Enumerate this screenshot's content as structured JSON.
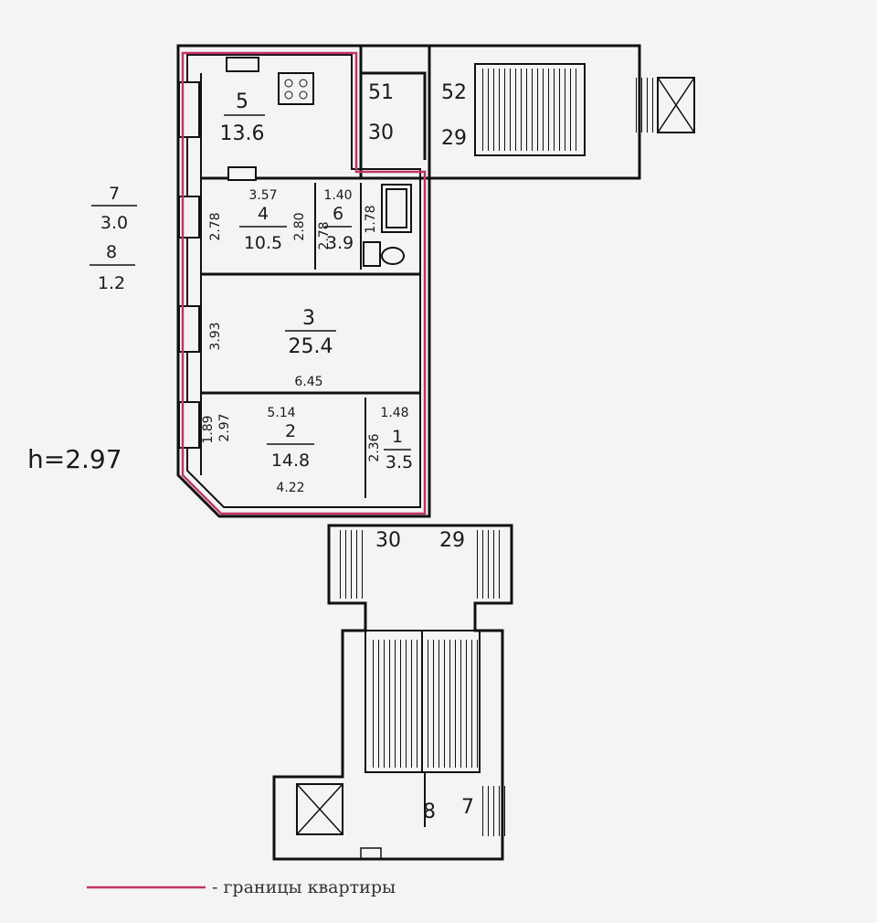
{
  "rooms": [
    {
      "num": "5",
      "area": "13.6"
    },
    {
      "num": "4",
      "area": "10.5"
    },
    {
      "num": "6",
      "area": "3.9"
    },
    {
      "num": "3",
      "area": "25.4"
    },
    {
      "num": "2",
      "area": "14.8"
    },
    {
      "num": "1",
      "area": "3.5"
    }
  ],
  "dims": {
    "r4_width": "3.57",
    "r4_left": "2.78",
    "r4_right": "2.80",
    "r6_width": "1.40",
    "r6_side": "2.78",
    "r6_corr": "1.78",
    "r3_side": "3.93",
    "r3_bottom": "6.45",
    "r2_top": "5.14",
    "r2_side_a": "1.89",
    "r2_side_b": "2.97",
    "r2_bottom": "4.22",
    "r1_top": "1.48",
    "r1_side": "2.36"
  },
  "side_notes": [
    {
      "num": "7",
      "val": "3.0"
    },
    {
      "num": "8",
      "val": "1.2"
    }
  ],
  "height_note": "h=2.97",
  "wall_marks": {
    "top_a": "51",
    "top_b": "52",
    "mid_a": "30",
    "mid_b": "29",
    "bot_a": "30",
    "bot_b": "29",
    "stair_a": "8",
    "stair_b": "7"
  },
  "legend": {
    "text": "- границы квартиры",
    "line_color": "#c2336a"
  },
  "colors": {
    "wall": "#111111",
    "boundary": "#c2336a",
    "paper": "#f4f4f5"
  }
}
